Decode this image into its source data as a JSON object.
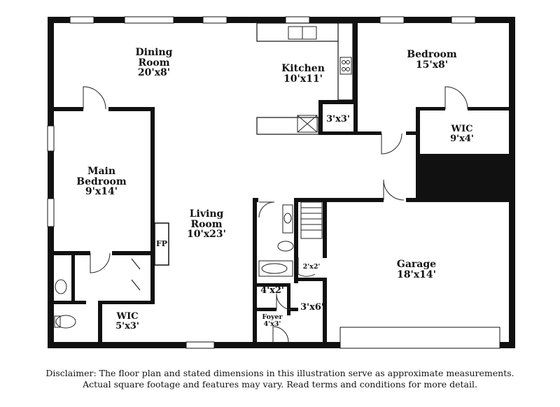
{
  "rooms": {
    "dining": {
      "name_line1": "Dining",
      "name_line2": "Room",
      "dims": "20'x8'"
    },
    "kitchen": {
      "name": "Kitchen",
      "dims": "10'x11'"
    },
    "bedroom": {
      "name": "Bedroom",
      "dims": "15'x8'"
    },
    "pantry": {
      "dims": "3'x3'"
    },
    "wic_bedroom": {
      "name": "WIC",
      "dims": "9'x4'"
    },
    "main_bedroom": {
      "name_line1": "Main",
      "name_line2": "Bedroom",
      "dims": "9'x14'"
    },
    "living": {
      "name_line1": "Living",
      "name_line2": "Room",
      "dims": "10'x23'"
    },
    "fireplace": {
      "label": "FP"
    },
    "garage": {
      "name": "Garage",
      "dims": "18'x14'"
    },
    "closet_small": {
      "dims": "2'x2'"
    },
    "closet_hall": {
      "dims": "4'x2'"
    },
    "foyer": {
      "name": "Foyer",
      "dims": "4'x3'"
    },
    "hall": {
      "dims": "3'x6'"
    },
    "wic_main": {
      "name": "WIC",
      "dims": "5'x3'"
    }
  },
  "disclaimer": {
    "line1": "Disclaimer: The floor plan and stated dimensions in this illustration serve as approximate measurements.",
    "line2": "Actual square footage and features may vary. Read terms and conditions for more detail."
  },
  "colors": {
    "wall": "#111111",
    "background": "#ffffff",
    "fixture": "#222222"
  }
}
